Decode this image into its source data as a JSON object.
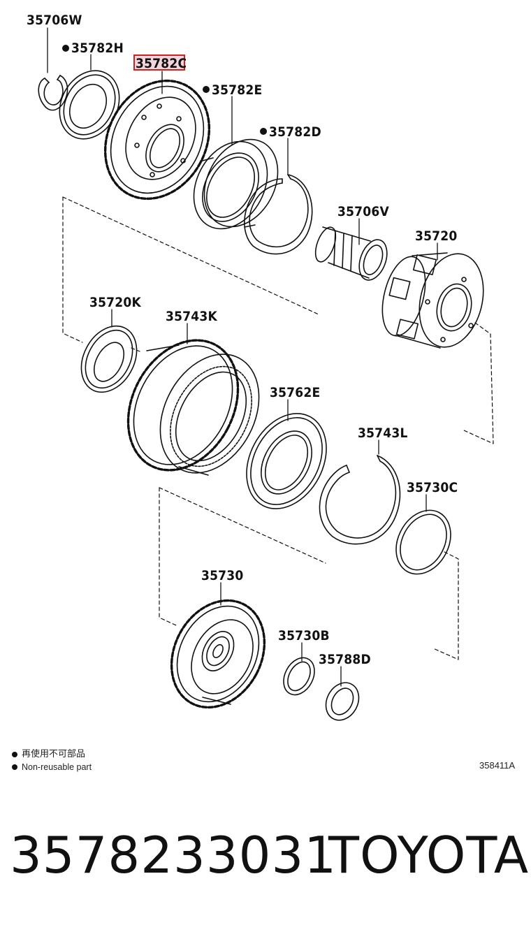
{
  "parts": {
    "p35706W": "35706W",
    "p35782H": "35782H",
    "p35782C": "35782C",
    "p35782E": "35782E",
    "p35782D": "35782D",
    "p35706V": "35706V",
    "p35720": "35720",
    "p35720K": "35720K",
    "p35743K": "35743K",
    "p35762E": "35762E",
    "p35743L": "35743L",
    "p35730C": "35730C",
    "p35730": "35730",
    "p35730B": "35730B",
    "p35788D": "35788D"
  },
  "highlight_color": "#cc2222",
  "legend": {
    "line1": "再使用不可部品",
    "line2": "Non-reusable part"
  },
  "drawing_code": "358411A",
  "footer": {
    "part_number": "3578233031",
    "brand": "TOYOTA"
  }
}
